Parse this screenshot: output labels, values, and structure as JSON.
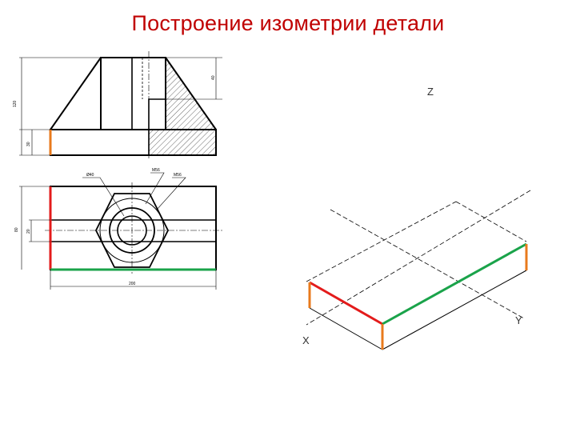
{
  "slide": {
    "title": "Построение изометрии детали"
  },
  "front_view": {
    "dimensions": {
      "total_height": "120",
      "top_offset": "40",
      "base_height": "30"
    }
  },
  "top_view": {
    "labels": {
      "hole_diameter": "Ø40",
      "hex_size_a": "M56",
      "hex_size_b": "M56",
      "width": "80",
      "slot_width": "20",
      "length": "200"
    }
  },
  "isometric": {
    "axes": {
      "z": "Z",
      "y": "Y",
      "x": "X"
    }
  },
  "colors": {
    "title": "#c00000",
    "red_edge": "#e31b1b",
    "green_edge": "#1aa34a",
    "orange_edge": "#e87a1c",
    "outline": "#000000",
    "axis": "#000000"
  }
}
